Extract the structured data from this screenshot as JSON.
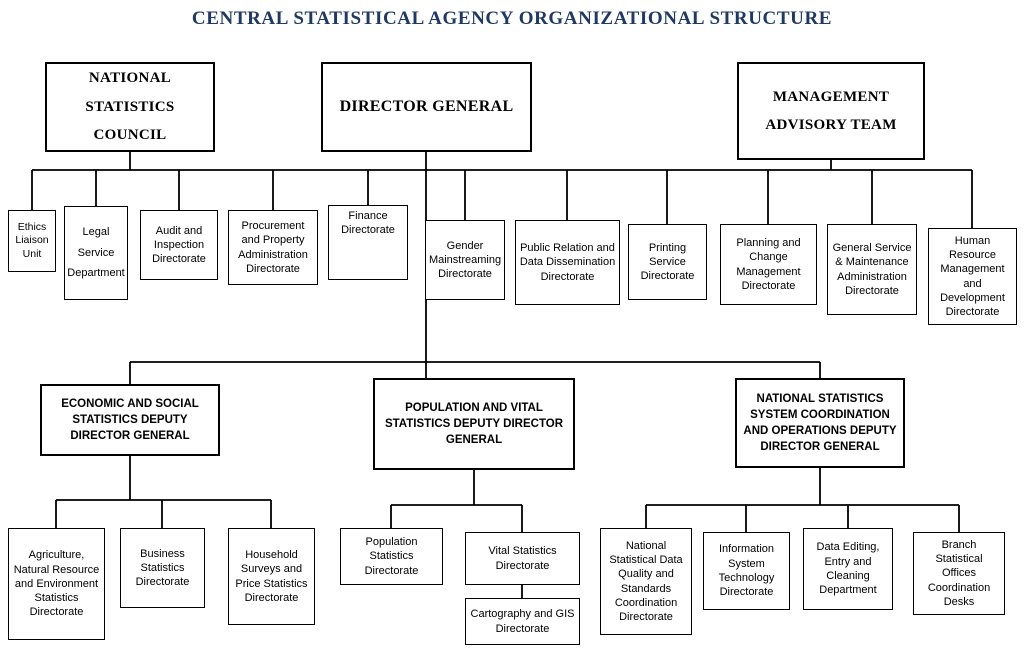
{
  "title": "CENTRAL STATISTICAL AGENCY ORGANIZATIONAL STRUCTURE",
  "top": {
    "national_statistics_council": "NATIONAL STATISTICS COUNCIL",
    "director_general": "DIRECTOR GENERAL",
    "management_advisory_team": "MANAGEMENT ADVISORY TEAM"
  },
  "staff_offices": [
    "Ethics Liaison Unit",
    "Legal Service Department",
    "Audit and Inspection Directorate",
    "Procurement and Property Administration Directorate",
    "Finance Directorate",
    "Gender Mainstreaming Directorate",
    "Public Relation and Data Dissemination Directorate",
    "Printing Service Directorate",
    "Planning and Change Management Directorate",
    "General Service & Maintenance Administration Directorate",
    "Human Resource Management and Development Directorate"
  ],
  "deputies": [
    "ECONOMIC AND SOCIAL STATISTICS DEPUTY DIRECTOR GENERAL",
    "POPULATION AND VITAL STATISTICS DEPUTY DIRECTOR GENERAL",
    "NATIONAL STATISTICS SYSTEM COORDINATION AND OPERATIONS DEPUTY DIRECTOR GENERAL"
  ],
  "economic_units": [
    "Agriculture, Natural Resource and Environment Statistics Directorate",
    "Business Statistics Directorate",
    "Household Surveys and Price Statistics Directorate"
  ],
  "population_units": [
    "Population Statistics Directorate",
    "Vital Statistics Directorate",
    "Cartography and GIS Directorate"
  ],
  "nss_units": [
    "National Statistical Data Quality and Standards Coordination Directorate",
    "Information System Technology Directorate",
    "Data Editing, Entry and Cleaning Department",
    "Branch Statistical Offices Coordination Desks"
  ],
  "colors": {
    "title_text": "#1F3864",
    "box_border": "#000000",
    "box_background": "#FFFFFF",
    "connector": "#000000"
  }
}
